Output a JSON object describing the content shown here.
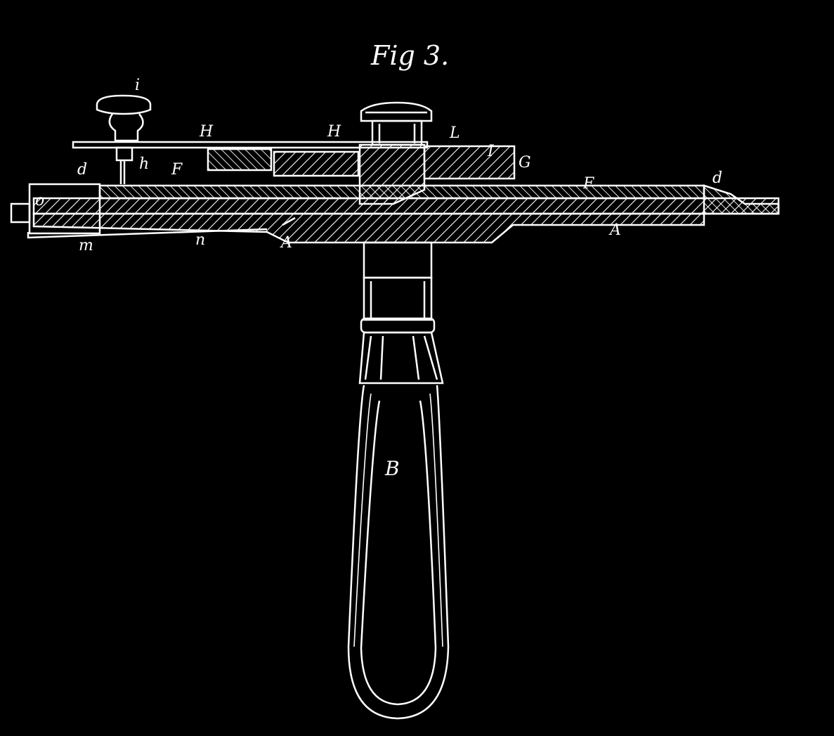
{
  "figure": {
    "title": "Fig 3.",
    "labels": {
      "i": "i",
      "h": "h",
      "H_left": "H",
      "H_right": "H",
      "L": "L",
      "I": "I",
      "G": "G",
      "d_left": "d",
      "d_right": "d",
      "F_left": "F",
      "F_right": "F",
      "o": "o",
      "m": "m",
      "n": "n",
      "A_left": "A",
      "A_right": "A",
      "B": "B"
    }
  },
  "colors": {
    "background": "#000000",
    "ink": "#ffffff"
  }
}
